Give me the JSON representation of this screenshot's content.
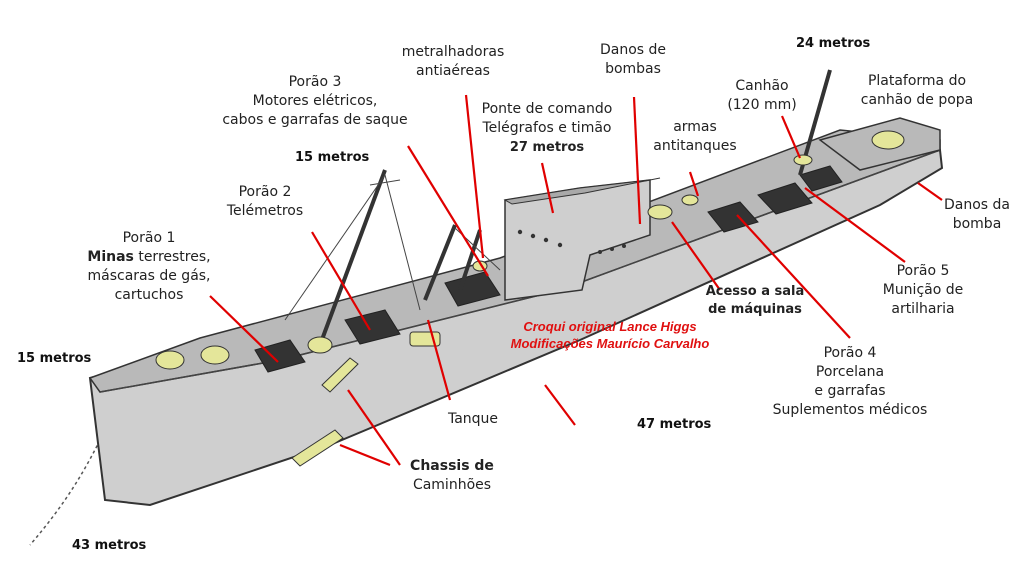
{
  "colors": {
    "hull": "#cfcfcf",
    "hull_dark": "#a9a9a9",
    "deck": "#b9b9b9",
    "line": "#e00000",
    "cargo": "#e4e69a",
    "outline": "#333333"
  },
  "labels": {
    "porao1": {
      "l1": "Porão 1",
      "l2_bold": "Minas",
      "l2_rest": " terrestres,",
      "l3": "máscaras de gás,",
      "l4": "cartuchos"
    },
    "porao2": {
      "l1": "Porão 2",
      "l2": "Telémetros"
    },
    "porao3": {
      "l1": "Porão 3",
      "l2": "Motores elétricos,",
      "l3": "cabos e garrafas de saque"
    },
    "metralhadoras": {
      "l1": "metralhadoras",
      "l2": "antiaéreas"
    },
    "ponte": {
      "l1": "Ponte de comando",
      "l2": "Telégrafos e timão",
      "l3": "27 metros"
    },
    "danos_bombas": {
      "l1": "Danos de",
      "l2": "bombas"
    },
    "canhao": {
      "l1": "Canhão",
      "l2": "(120 mm)"
    },
    "plataforma": {
      "l1": "Plataforma do",
      "l2": "canhão de popa"
    },
    "armas": {
      "l1": "armas",
      "l2": "antitanques"
    },
    "danos_bomba": {
      "l1": "Danos da",
      "l2": "bomba"
    },
    "porao5": {
      "l1": "Porão 5",
      "l2": "Munição de",
      "l3": "artilharia"
    },
    "acesso": {
      "l1": "Acesso a sala",
      "l2": "de máquinas"
    },
    "porao4": {
      "l1": "Porão 4",
      "l2": "Porcelana",
      "l3": "e garrafas",
      "l4": "Suplementos médicos"
    },
    "tanque": "Tanque",
    "chassis": {
      "l1": "Chassis de",
      "l2": "Caminhões"
    }
  },
  "depths": {
    "d24": "24 metros",
    "d15_mast": "15 metros",
    "d15_bow": "15 metros",
    "d47": "47 metros",
    "d43": "43 metros"
  },
  "credit": {
    "l1": "Croqui original Lance Higgs",
    "l2": "Modificações Maurício Carvalho"
  }
}
